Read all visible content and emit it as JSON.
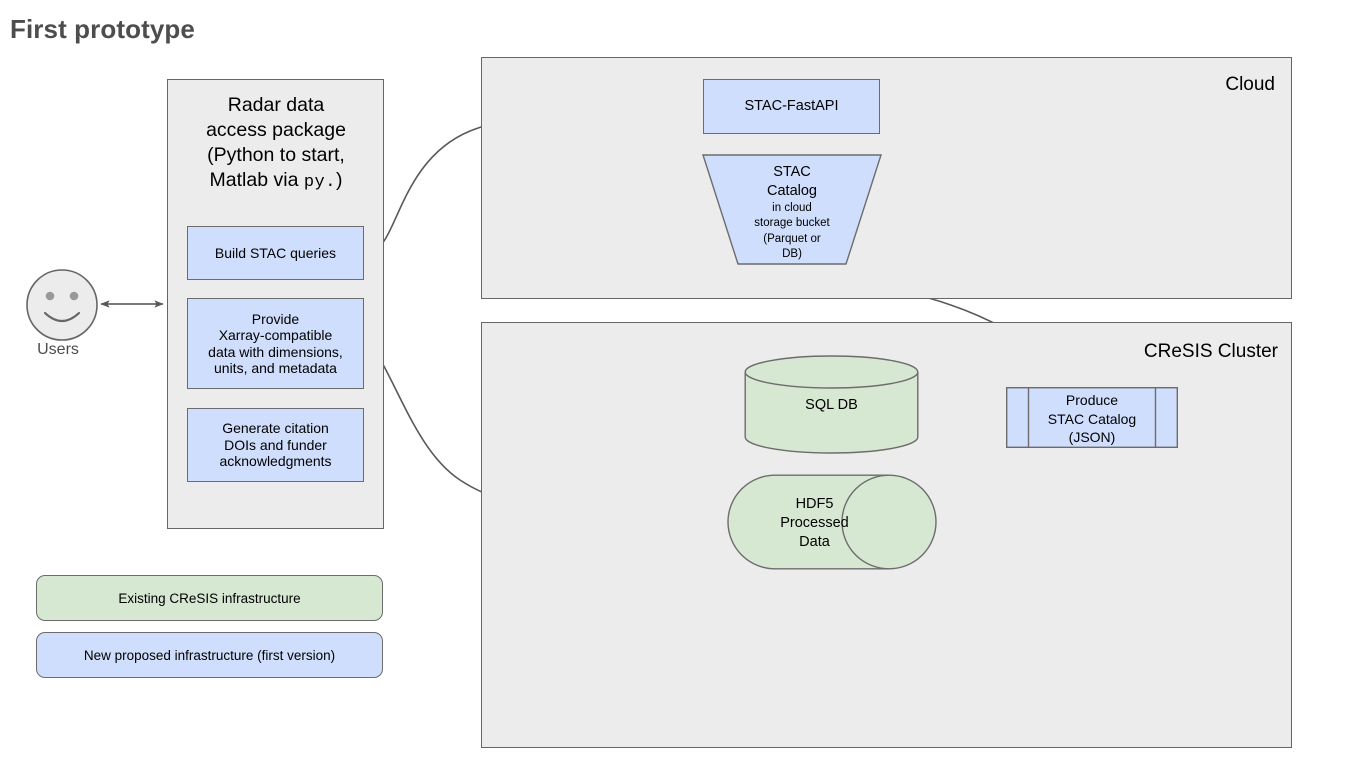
{
  "title": "First prototype",
  "colors": {
    "new_infra_fill": "#cfdefc",
    "existing_infra_fill": "#d7e8d2",
    "container_fill": "#ececec",
    "stroke": "#666666",
    "title_color": "#4d4d4d"
  },
  "actor": {
    "name": "Users",
    "icon": "smiley-face-icon"
  },
  "package": {
    "title_line1": "Radar data",
    "title_line2": "access package",
    "title_line3": "(Python to start,",
    "title_line4_prefix": "Matlab via ",
    "title_line4_mono": "py.",
    "title_line4_suffix": ")",
    "boxes": [
      {
        "label": "Build STAC queries"
      },
      {
        "label_line1": "Provide",
        "label_line2": "Xarray-compatible",
        "label_line3": "data with dimensions,",
        "label_line4": "units, and metadata"
      },
      {
        "label_line1": "Generate citation",
        "label_line2": "DOIs and funder",
        "label_line3": "acknowledgments"
      }
    ]
  },
  "cloud": {
    "label": "Cloud",
    "nodes": [
      {
        "name": "stac-fastapi",
        "label": "STAC-FastAPI"
      },
      {
        "name": "stac-catalog",
        "label_line1": "STAC",
        "label_line2": "Catalog",
        "sub_line1": "in cloud",
        "sub_line2": "storage bucket",
        "sub_line3": "(Parquet or",
        "sub_line4": "DB)"
      }
    ]
  },
  "cluster": {
    "label": "CReSIS Cluster",
    "nodes": [
      {
        "name": "sql-db",
        "label": "SQL DB",
        "shape": "cylinder-vertical"
      },
      {
        "name": "hdf5-processed-data",
        "label_line1": "HDF5",
        "label_line2": "Processed",
        "label_line3": "Data",
        "shape": "cylinder-horizontal"
      },
      {
        "name": "produce-stac-catalog",
        "label_line1": "Produce",
        "label_line2": "STAC Catalog",
        "label_line3": "(JSON)",
        "shape": "process"
      }
    ]
  },
  "legend": [
    {
      "label": "Existing CReSIS infrastructure",
      "style": "green"
    },
    {
      "label": "New proposed infrastructure (first version)",
      "style": "blue"
    }
  ]
}
